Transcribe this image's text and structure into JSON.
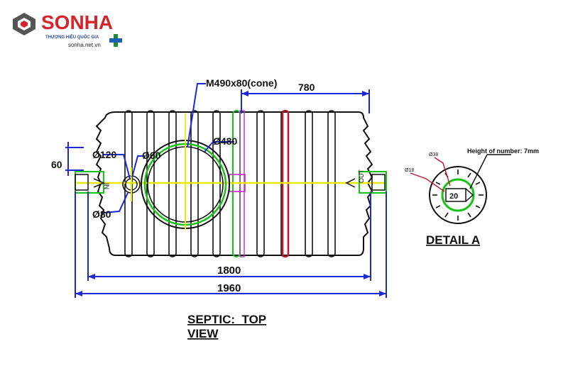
{
  "logo": {
    "brand": "SONHA",
    "tagline": "THƯƠNG HIỆU QUỐC GIA",
    "website": "sonha.net.vn"
  },
  "drawing": {
    "cone_label": "M490x80(cone)",
    "dim_780": "780",
    "dim_480": "Ø480",
    "dim_120": "Ø120",
    "dim_60_hole": "Ø60",
    "dim_80": "Ø80",
    "dim_60": "60",
    "dim_1800": "1800",
    "dim_1960": "1960",
    "inlet_mark": "IN",
    "outlet_mark": "OUT",
    "title_line1": "SEPTIC:  TOP",
    "title_line2": "VIEW"
  },
  "detail": {
    "label": "DETAIL A",
    "height_note": "Height of number: 7mm",
    "center_text": "20",
    "tag1": "Ø38",
    "tag2": "Ø18"
  },
  "colors": {
    "brand_red": "#d7232a",
    "dim_blue": "#1a2ad6",
    "centerline_yellow": "#e8e800",
    "green": "#16c416",
    "red_line": "#c4142c",
    "magenta": "#c030c0"
  }
}
